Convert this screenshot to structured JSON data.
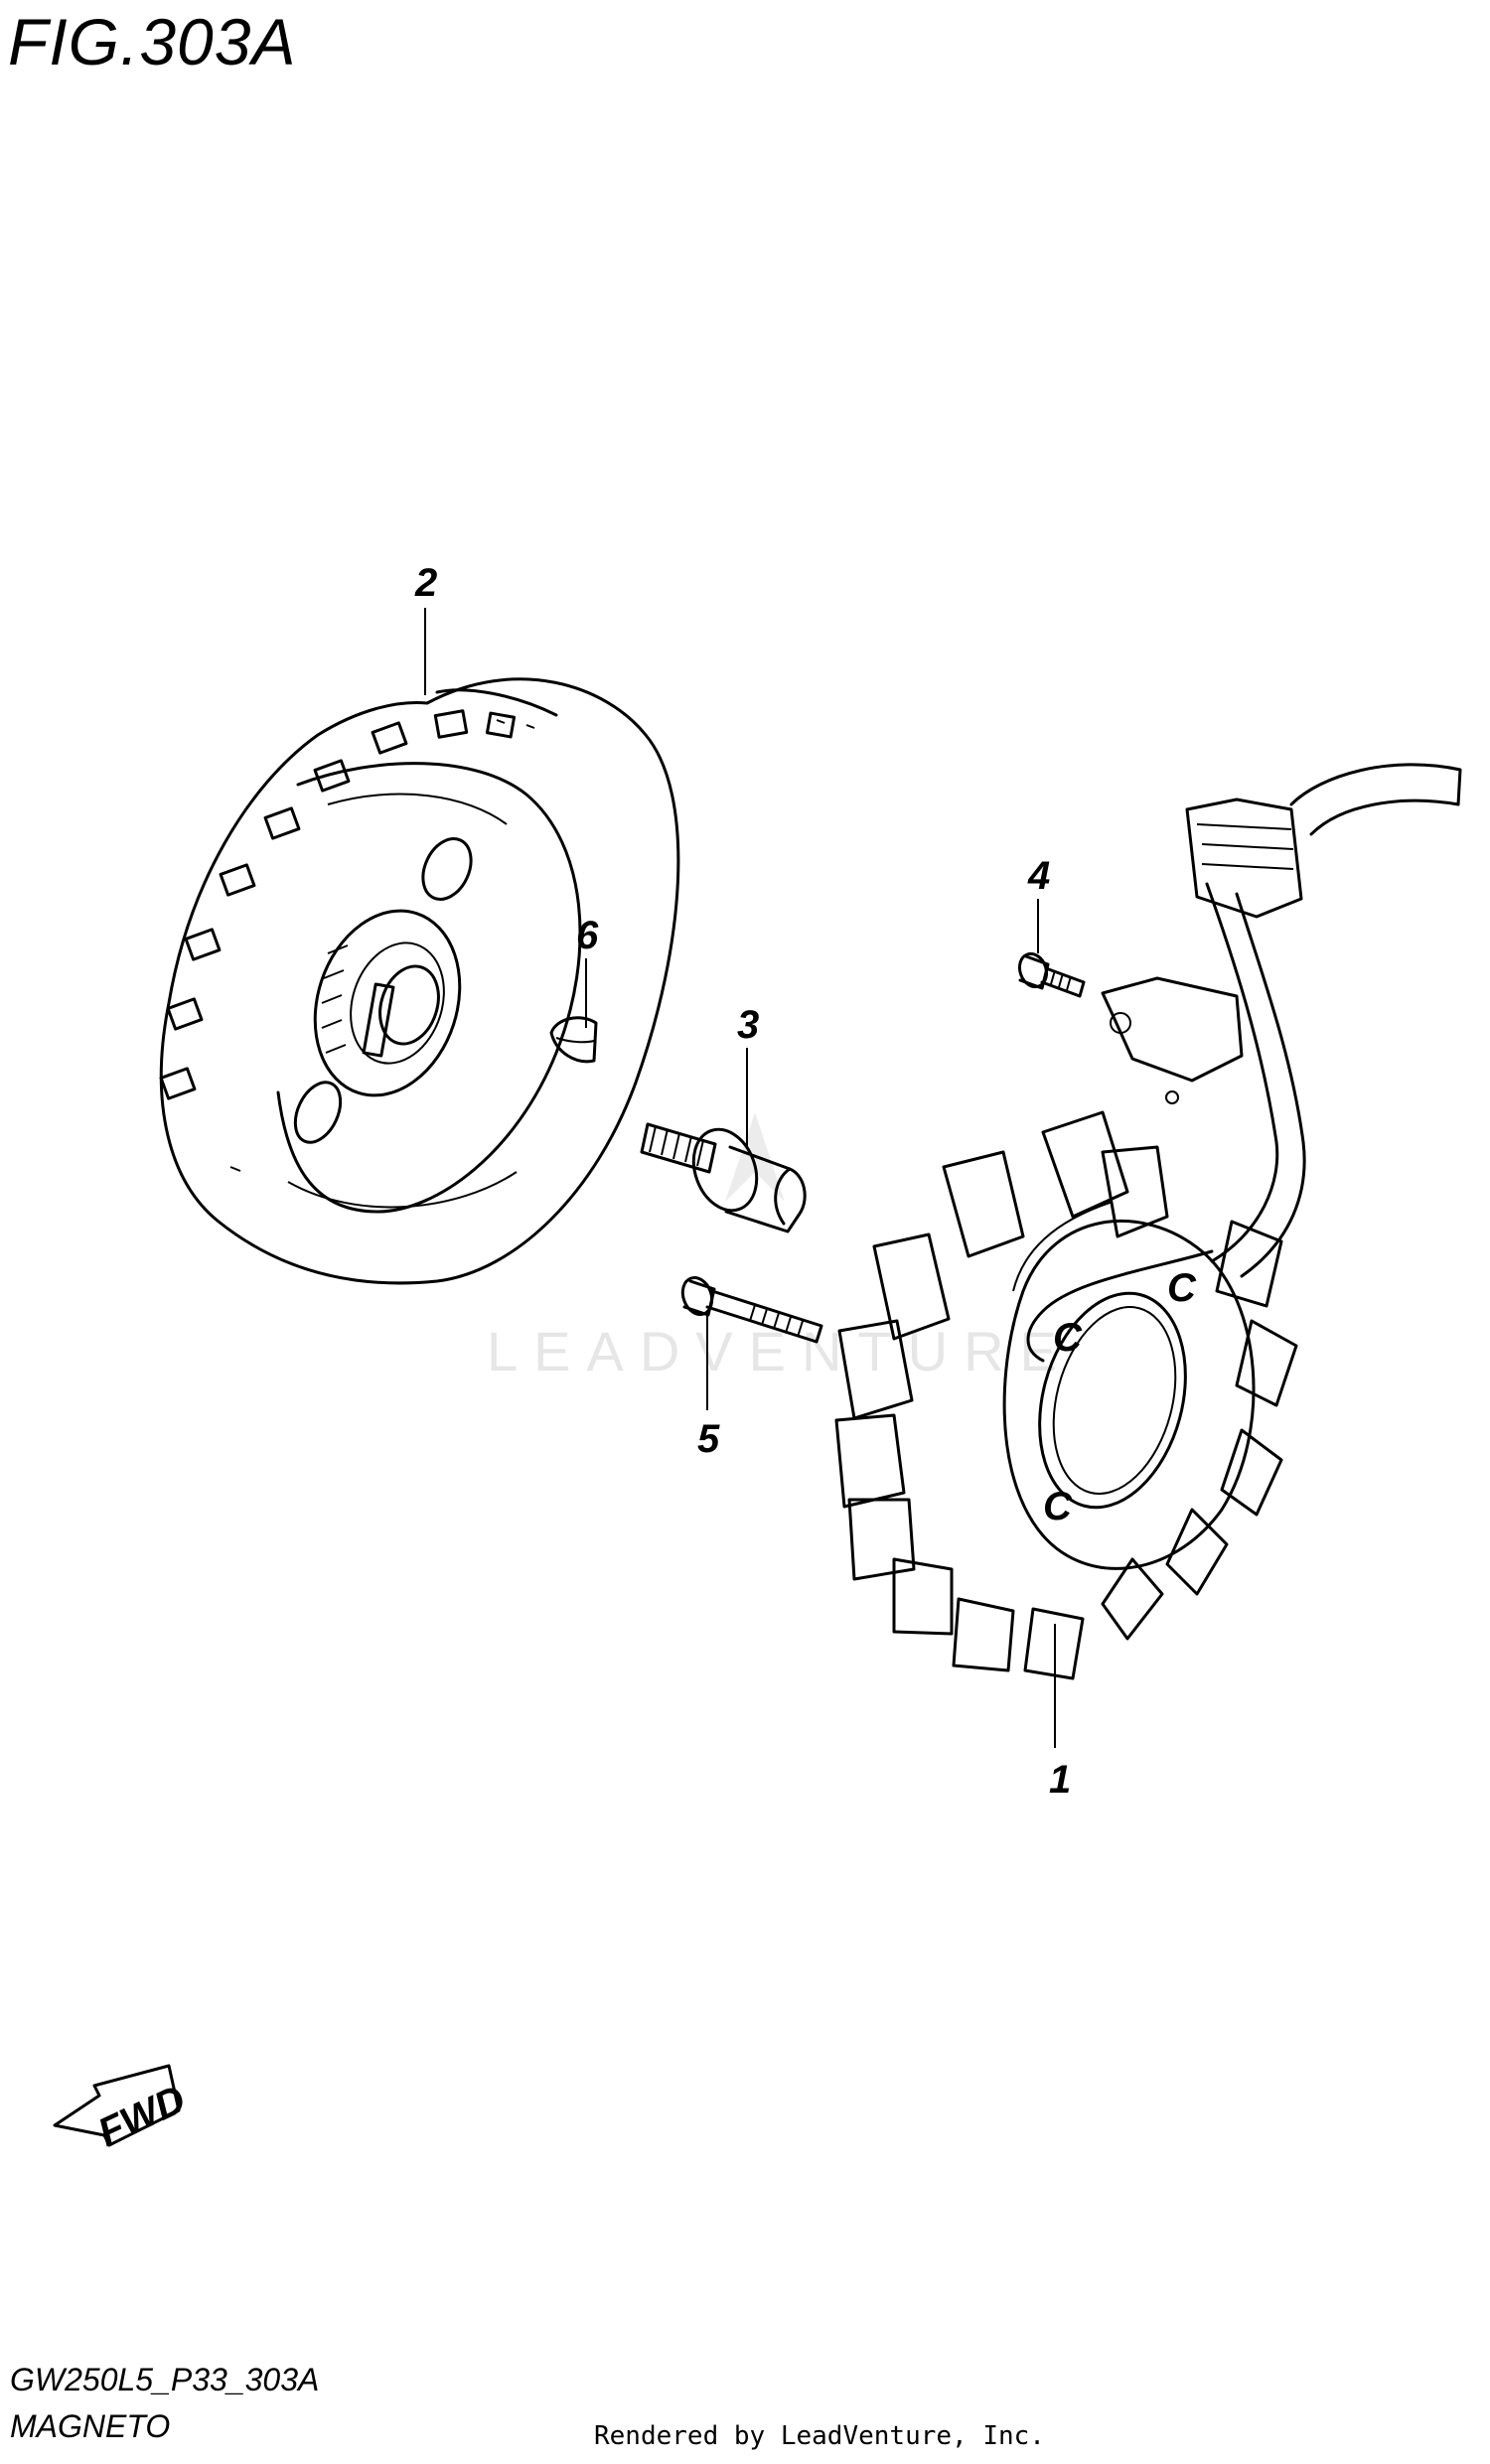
{
  "figure_label": "FIG.303A",
  "callouts": [
    "1",
    "2",
    "3",
    "4",
    "5",
    "6"
  ],
  "watermark": "LEADVENTURE",
  "fwd_label": "FWD",
  "diagram_code": "GW250L5_P33_303A",
  "section_name": "MAGNETO",
  "render_credit": "Rendered by LeadVenture, Inc."
}
